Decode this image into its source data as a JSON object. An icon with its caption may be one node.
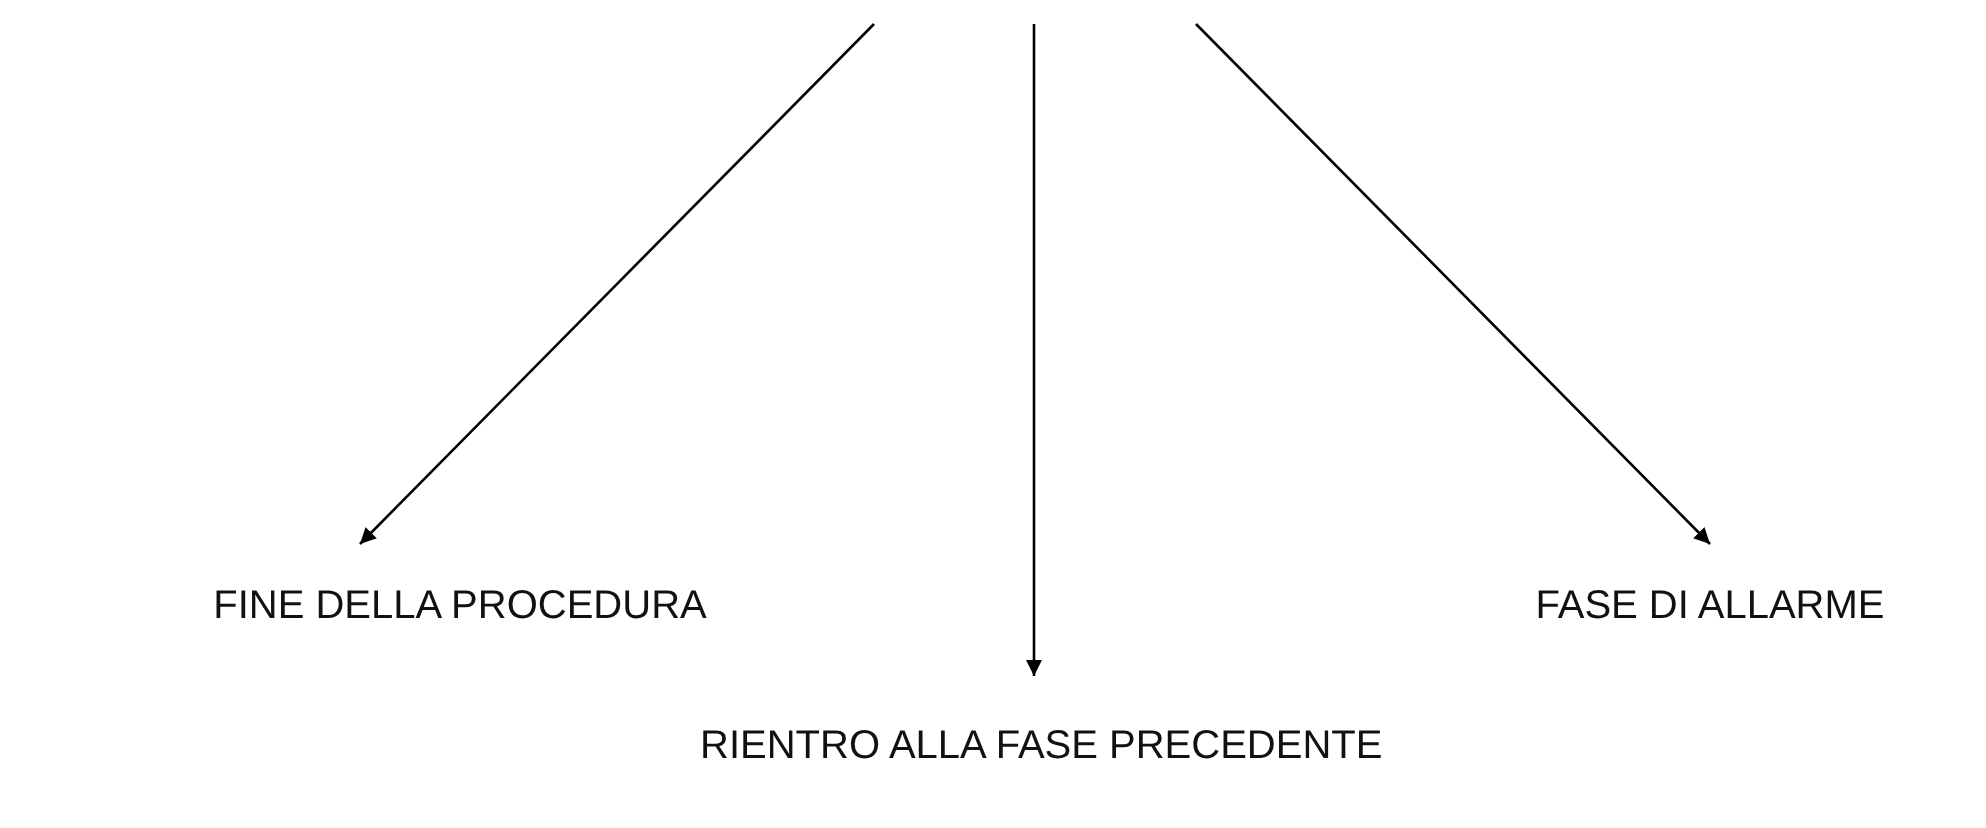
{
  "diagram": {
    "nodes": [
      {
        "text": [
          "FINE DELLA PROCEDURA"
        ]
      },
      {
        "text": [
          "FASE DI ALLARME"
        ]
      },
      {
        "text": [
          "RIENTRO ALLA FASE PRECEDENTE"
        ]
      }
    ],
    "edges": [
      {
        "from": null,
        "to": 0,
        "arrow": "to"
      },
      {
        "from": null,
        "to": 2,
        "arrow": "to"
      },
      {
        "from": null,
        "to": 1,
        "arrow": "to"
      }
    ]
  }
}
